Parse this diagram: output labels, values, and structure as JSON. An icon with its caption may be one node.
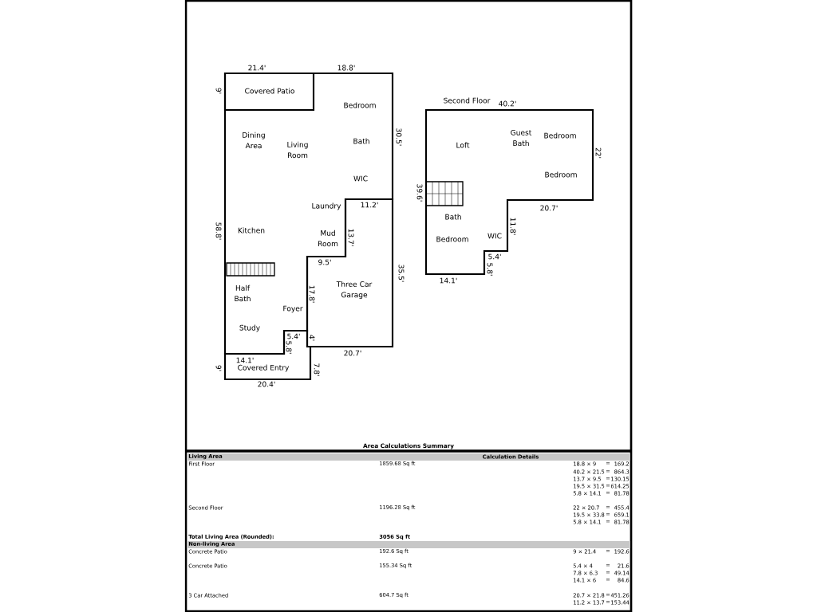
{
  "diagram": {
    "nodes": [
      {
        "text": [
          "Dining Area",
          "Living Room",
          "Bedroom",
          "Bath",
          "WIC",
          "Laundry",
          "Kitchen",
          "Mud Room",
          "Half Bath",
          "Foyer",
          "Study"
        ]
      },
      {
        "text": [
          "Covered Patio"
        ],
        "in": 0
      },
      {
        "text": [
          "Three Car Garage"
        ]
      },
      {
        "text": [
          "Covered Entry"
        ]
      },
      {
        "text": [
          "Second Floor",
          "Loft",
          "Guest Bath",
          "Bedroom",
          "Bedroom",
          "Bath",
          "Bedroom",
          "WIC"
        ]
      }
    ],
    "labels": [
      "21.4'",
      "18.8'",
      "9'",
      "30.5'",
      "11.2'",
      "58.8'",
      "13.7'",
      "9.5'",
      "35.5'",
      "17.8'",
      "5.4'",
      "4'",
      "5.8'",
      "14.1'",
      "20.7'",
      "9'",
      "7.8'",
      "20.4'",
      "40.2'",
      "22'",
      "39.6'",
      "20.7'",
      "11.8'",
      "5.4'",
      "5.8'",
      "14.1'",
      "Area Calculations Summary",
      "Living Area",
      "Calculation Details",
      "First Floor",
      "1859.68 Sq ft",
      "18.8 × 9",
      "=",
      "169.2",
      "40.2 × 21.5",
      "=",
      "864.3",
      "13.7 × 9.5",
      "=",
      "130.15",
      "19.5 × 31.5",
      "=",
      "614.25",
      "5.8 × 14.1",
      "=",
      "81.78",
      "Second Floor",
      "1196.28 Sq ft",
      "22 × 20.7",
      "=",
      "455.4",
      "19.5 × 33.8",
      "=",
      "659.1",
      "5.8 × 14.1",
      "=",
      "81.78",
      "Total Living Area (Rounded):",
      "3056 Sq ft",
      "Non-living Area",
      "Concrete Patio",
      "192.6 Sq ft",
      "9 × 21.4",
      "=",
      "192.6",
      "Concrete Patio",
      "155.34 Sq ft",
      "5.4 × 4",
      "=",
      "21.6",
      "7.8 × 6.3",
      "=",
      "49.14",
      "14.1 × 6",
      "=",
      "84.6",
      "3 Car Attached",
      "604.7 Sq ft",
      "20.7 × 21.8",
      "=",
      "451.26",
      "11.2 × 13.7",
      "=",
      "153.44"
    ]
  }
}
